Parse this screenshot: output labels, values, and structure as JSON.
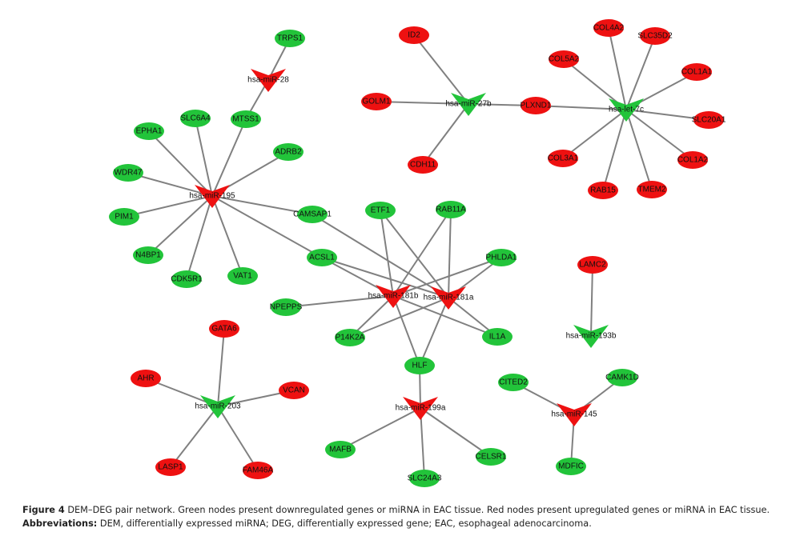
{
  "colors": {
    "up": "#ee1111",
    "down": "#22c43a",
    "edge": "#808080"
  },
  "nodes": [
    {
      "id": "TRPS1",
      "type": "gene",
      "reg": "down"
    },
    {
      "id": "hsa-miR-28",
      "type": "mirna",
      "reg": "up"
    },
    {
      "id": "MTSS1",
      "type": "gene",
      "reg": "down"
    },
    {
      "id": "SLC6A4",
      "type": "gene",
      "reg": "down"
    },
    {
      "id": "EPHA1",
      "type": "gene",
      "reg": "down"
    },
    {
      "id": "ADRB2",
      "type": "gene",
      "reg": "down"
    },
    {
      "id": "WDR47",
      "type": "gene",
      "reg": "down"
    },
    {
      "id": "hsa-miR-195",
      "type": "mirna",
      "reg": "up"
    },
    {
      "id": "PIM1",
      "type": "gene",
      "reg": "down"
    },
    {
      "id": "N4BP1",
      "type": "gene",
      "reg": "down"
    },
    {
      "id": "CDK5R1",
      "type": "gene",
      "reg": "down"
    },
    {
      "id": "VAT1",
      "type": "gene",
      "reg": "down"
    },
    {
      "id": "CAMSAP1",
      "type": "gene",
      "reg": "down"
    },
    {
      "id": "ACSL1",
      "type": "gene",
      "reg": "down"
    },
    {
      "id": "ID2",
      "type": "gene",
      "reg": "up"
    },
    {
      "id": "GOLM1",
      "type": "gene",
      "reg": "up"
    },
    {
      "id": "hsa-miR-27b",
      "type": "mirna",
      "reg": "down"
    },
    {
      "id": "CDH11",
      "type": "gene",
      "reg": "up"
    },
    {
      "id": "PLXND1",
      "type": "gene",
      "reg": "up"
    },
    {
      "id": "COL4A2",
      "type": "gene",
      "reg": "up"
    },
    {
      "id": "SLC35D2",
      "type": "gene",
      "reg": "up"
    },
    {
      "id": "COL5A2",
      "type": "gene",
      "reg": "up"
    },
    {
      "id": "COL1A1",
      "type": "gene",
      "reg": "up"
    },
    {
      "id": "hsa-let-7c",
      "type": "mirna",
      "reg": "down"
    },
    {
      "id": "SLC20A1",
      "type": "gene",
      "reg": "up"
    },
    {
      "id": "COL3A1",
      "type": "gene",
      "reg": "up"
    },
    {
      "id": "COL1A2",
      "type": "gene",
      "reg": "up"
    },
    {
      "id": "RAB15",
      "type": "gene",
      "reg": "up"
    },
    {
      "id": "TMEM2",
      "type": "gene",
      "reg": "up"
    },
    {
      "id": "ETF1",
      "type": "gene",
      "reg": "down"
    },
    {
      "id": "RAB11A",
      "type": "gene",
      "reg": "down"
    },
    {
      "id": "PHLDA1",
      "type": "gene",
      "reg": "down"
    },
    {
      "id": "NPEPPS",
      "type": "gene",
      "reg": "down"
    },
    {
      "id": "hsa-miR-181b",
      "type": "mirna",
      "reg": "up"
    },
    {
      "id": "hsa-miR-181a",
      "type": "mirna",
      "reg": "up"
    },
    {
      "id": "P14K2A",
      "type": "gene",
      "reg": "down"
    },
    {
      "id": "IL1A",
      "type": "gene",
      "reg": "down"
    },
    {
      "id": "HLF",
      "type": "gene",
      "reg": "down"
    },
    {
      "id": "LAMC2",
      "type": "gene",
      "reg": "up"
    },
    {
      "id": "hsa-miR-193b",
      "type": "mirna",
      "reg": "down"
    },
    {
      "id": "hsa-miR-199a",
      "type": "mirna",
      "reg": "up"
    },
    {
      "id": "MAFB",
      "type": "gene",
      "reg": "down"
    },
    {
      "id": "CELSR1",
      "type": "gene",
      "reg": "down"
    },
    {
      "id": "SLC24A3",
      "type": "gene",
      "reg": "down"
    },
    {
      "id": "CITED2",
      "type": "gene",
      "reg": "down"
    },
    {
      "id": "CAMK1D",
      "type": "gene",
      "reg": "down"
    },
    {
      "id": "hsa-miR-145",
      "type": "mirna",
      "reg": "up"
    },
    {
      "id": "MDFIC",
      "type": "gene",
      "reg": "down"
    },
    {
      "id": "GATA6",
      "type": "gene",
      "reg": "up"
    },
    {
      "id": "AHR",
      "type": "gene",
      "reg": "up"
    },
    {
      "id": "VCAN",
      "type": "gene",
      "reg": "up"
    },
    {
      "id": "hsa-miR-203",
      "type": "mirna",
      "reg": "down"
    },
    {
      "id": "LASP1",
      "type": "gene",
      "reg": "up"
    },
    {
      "id": "FAM46A",
      "type": "gene",
      "reg": "up"
    }
  ],
  "edges": [
    [
      "hsa-miR-28",
      "TRPS1"
    ],
    [
      "hsa-miR-28",
      "MTSS1"
    ],
    [
      "hsa-miR-195",
      "MTSS1"
    ],
    [
      "hsa-miR-195",
      "SLC6A4"
    ],
    [
      "hsa-miR-195",
      "EPHA1"
    ],
    [
      "hsa-miR-195",
      "ADRB2"
    ],
    [
      "hsa-miR-195",
      "WDR47"
    ],
    [
      "hsa-miR-195",
      "PIM1"
    ],
    [
      "hsa-miR-195",
      "N4BP1"
    ],
    [
      "hsa-miR-195",
      "CDK5R1"
    ],
    [
      "hsa-miR-195",
      "VAT1"
    ],
    [
      "hsa-miR-195",
      "CAMSAP1"
    ],
    [
      "hsa-miR-195",
      "ACSL1"
    ],
    [
      "hsa-miR-27b",
      "ID2"
    ],
    [
      "hsa-miR-27b",
      "GOLM1"
    ],
    [
      "hsa-miR-27b",
      "CDH11"
    ],
    [
      "hsa-miR-27b",
      "PLXND1"
    ],
    [
      "hsa-let-7c",
      "PLXND1"
    ],
    [
      "hsa-let-7c",
      "COL4A2"
    ],
    [
      "hsa-let-7c",
      "SLC35D2"
    ],
    [
      "hsa-let-7c",
      "COL5A2"
    ],
    [
      "hsa-let-7c",
      "COL1A1"
    ],
    [
      "hsa-let-7c",
      "SLC20A1"
    ],
    [
      "hsa-let-7c",
      "COL3A1"
    ],
    [
      "hsa-let-7c",
      "COL1A2"
    ],
    [
      "hsa-let-7c",
      "RAB15"
    ],
    [
      "hsa-let-7c",
      "TMEM2"
    ],
    [
      "hsa-miR-181b",
      "ACSL1"
    ],
    [
      "hsa-miR-181b",
      "ETF1"
    ],
    [
      "hsa-miR-181b",
      "RAB11A"
    ],
    [
      "hsa-miR-181b",
      "PHLDA1"
    ],
    [
      "hsa-miR-181b",
      "NPEPPS"
    ],
    [
      "hsa-miR-181b",
      "P14K2A"
    ],
    [
      "hsa-miR-181b",
      "IL1A"
    ],
    [
      "hsa-miR-181b",
      "HLF"
    ],
    [
      "hsa-miR-181a",
      "ACSL1"
    ],
    [
      "hsa-miR-181a",
      "CAMSAP1"
    ],
    [
      "hsa-miR-181a",
      "ETF1"
    ],
    [
      "hsa-miR-181a",
      "RAB11A"
    ],
    [
      "hsa-miR-181a",
      "PHLDA1"
    ],
    [
      "hsa-miR-181a",
      "P14K2A"
    ],
    [
      "hsa-miR-181a",
      "IL1A"
    ],
    [
      "hsa-miR-181a",
      "HLF"
    ],
    [
      "hsa-miR-193b",
      "LAMC2"
    ],
    [
      "hsa-miR-199a",
      "HLF"
    ],
    [
      "hsa-miR-199a",
      "MAFB"
    ],
    [
      "hsa-miR-199a",
      "SLC24A3"
    ],
    [
      "hsa-miR-199a",
      "CELSR1"
    ],
    [
      "hsa-miR-145",
      "CITED2"
    ],
    [
      "hsa-miR-145",
      "CAMK1D"
    ],
    [
      "hsa-miR-145",
      "MDFIC"
    ],
    [
      "hsa-miR-203",
      "GATA6"
    ],
    [
      "hsa-miR-203",
      "AHR"
    ],
    [
      "hsa-miR-203",
      "VCAN"
    ],
    [
      "hsa-miR-203",
      "LASP1"
    ],
    [
      "hsa-miR-203",
      "FAM46A"
    ]
  ],
  "caption": {
    "figure_label": "Figure 4",
    "figure_text": " DEM–DEG pair network. Green nodes present downregulated genes or miRNA in EAC tissue. Red nodes present upregulated genes or miRNA in EAC tissue.",
    "abbrev_label": "Abbreviations:",
    "abbrev_text": " DEM, differentially expressed miRNA; DEG, differentially expressed gene; EAC, esophageal adenocarcinoma."
  }
}
